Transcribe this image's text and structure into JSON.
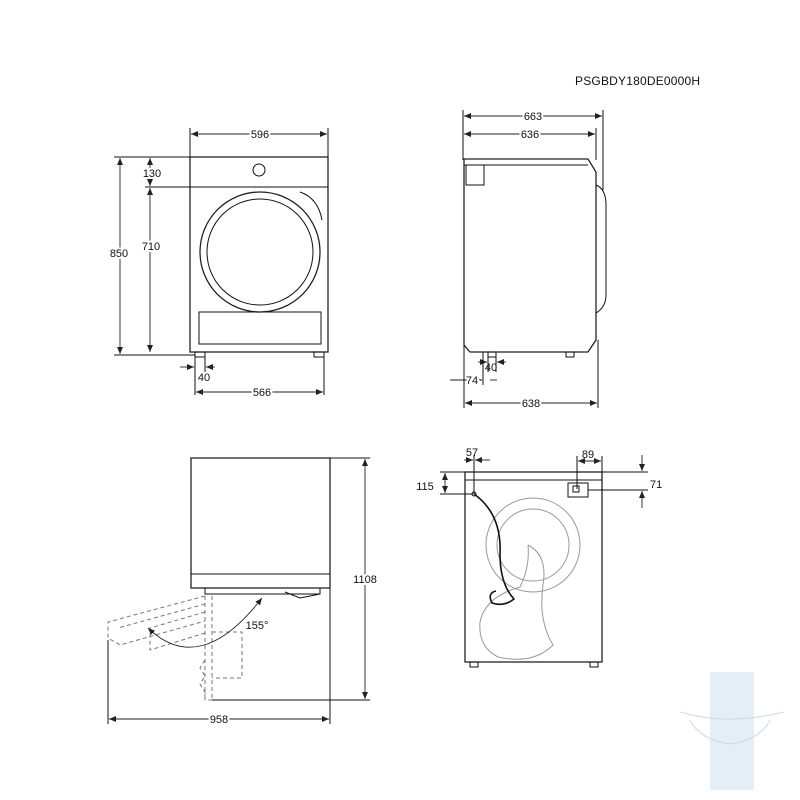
{
  "model_code": "PSGBDY180DE0000H",
  "front_view": {
    "width_label": "596",
    "top_panel_label": "130",
    "total_height_label": "850",
    "door_height_label": "710",
    "foot_inset_label": "40",
    "base_width_label": "566"
  },
  "side_view": {
    "depth_with_door_label": "663",
    "body_depth_label": "636",
    "foot_offset_label": "40",
    "back_offset_label": "74",
    "base_depth_label": "638"
  },
  "open_door_view": {
    "height_label": "1108",
    "angle_label": "155°",
    "width_open_label": "958"
  },
  "rear_view": {
    "left_offset_label": "57",
    "right_offset_label": "89",
    "top_drop_label": "115",
    "right_drop_label": "71"
  },
  "colors": {
    "line": "#111111",
    "dashed": "#777777",
    "watermark": "#dfeaf4"
  }
}
